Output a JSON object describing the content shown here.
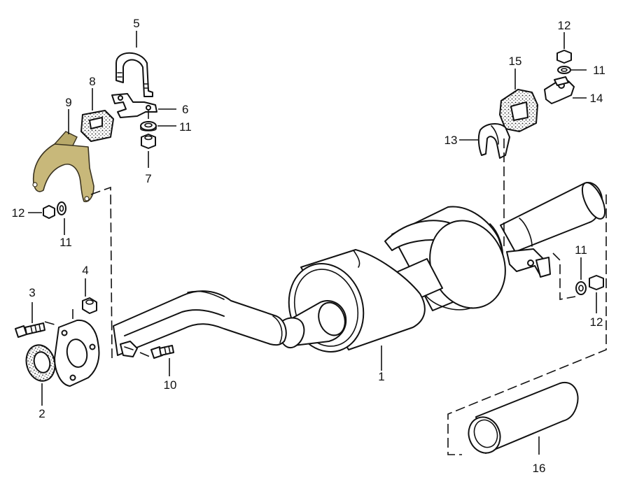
{
  "callouts": [
    {
      "id": "1",
      "label": "1"
    },
    {
      "id": "2",
      "label": "2"
    },
    {
      "id": "3",
      "label": "3"
    },
    {
      "id": "4",
      "label": "4"
    },
    {
      "id": "5",
      "label": "5"
    },
    {
      "id": "6",
      "label": "6"
    },
    {
      "id": "7",
      "label": "7"
    },
    {
      "id": "8",
      "label": "8"
    },
    {
      "id": "9",
      "label": "9"
    },
    {
      "id": "10",
      "label": "10"
    },
    {
      "id": "11a",
      "label": "11"
    },
    {
      "id": "11b",
      "label": "11"
    },
    {
      "id": "11c",
      "label": "11"
    },
    {
      "id": "11d",
      "label": "11"
    },
    {
      "id": "12a",
      "label": "12"
    },
    {
      "id": "12b",
      "label": "12"
    },
    {
      "id": "12c",
      "label": "12"
    },
    {
      "id": "13",
      "label": "13"
    },
    {
      "id": "14",
      "label": "14"
    },
    {
      "id": "15",
      "label": "15"
    },
    {
      "id": "16",
      "label": "16"
    }
  ],
  "colors": {
    "line": "#111111",
    "bracket_metal": "#c8b87a",
    "background": "#ffffff"
  }
}
